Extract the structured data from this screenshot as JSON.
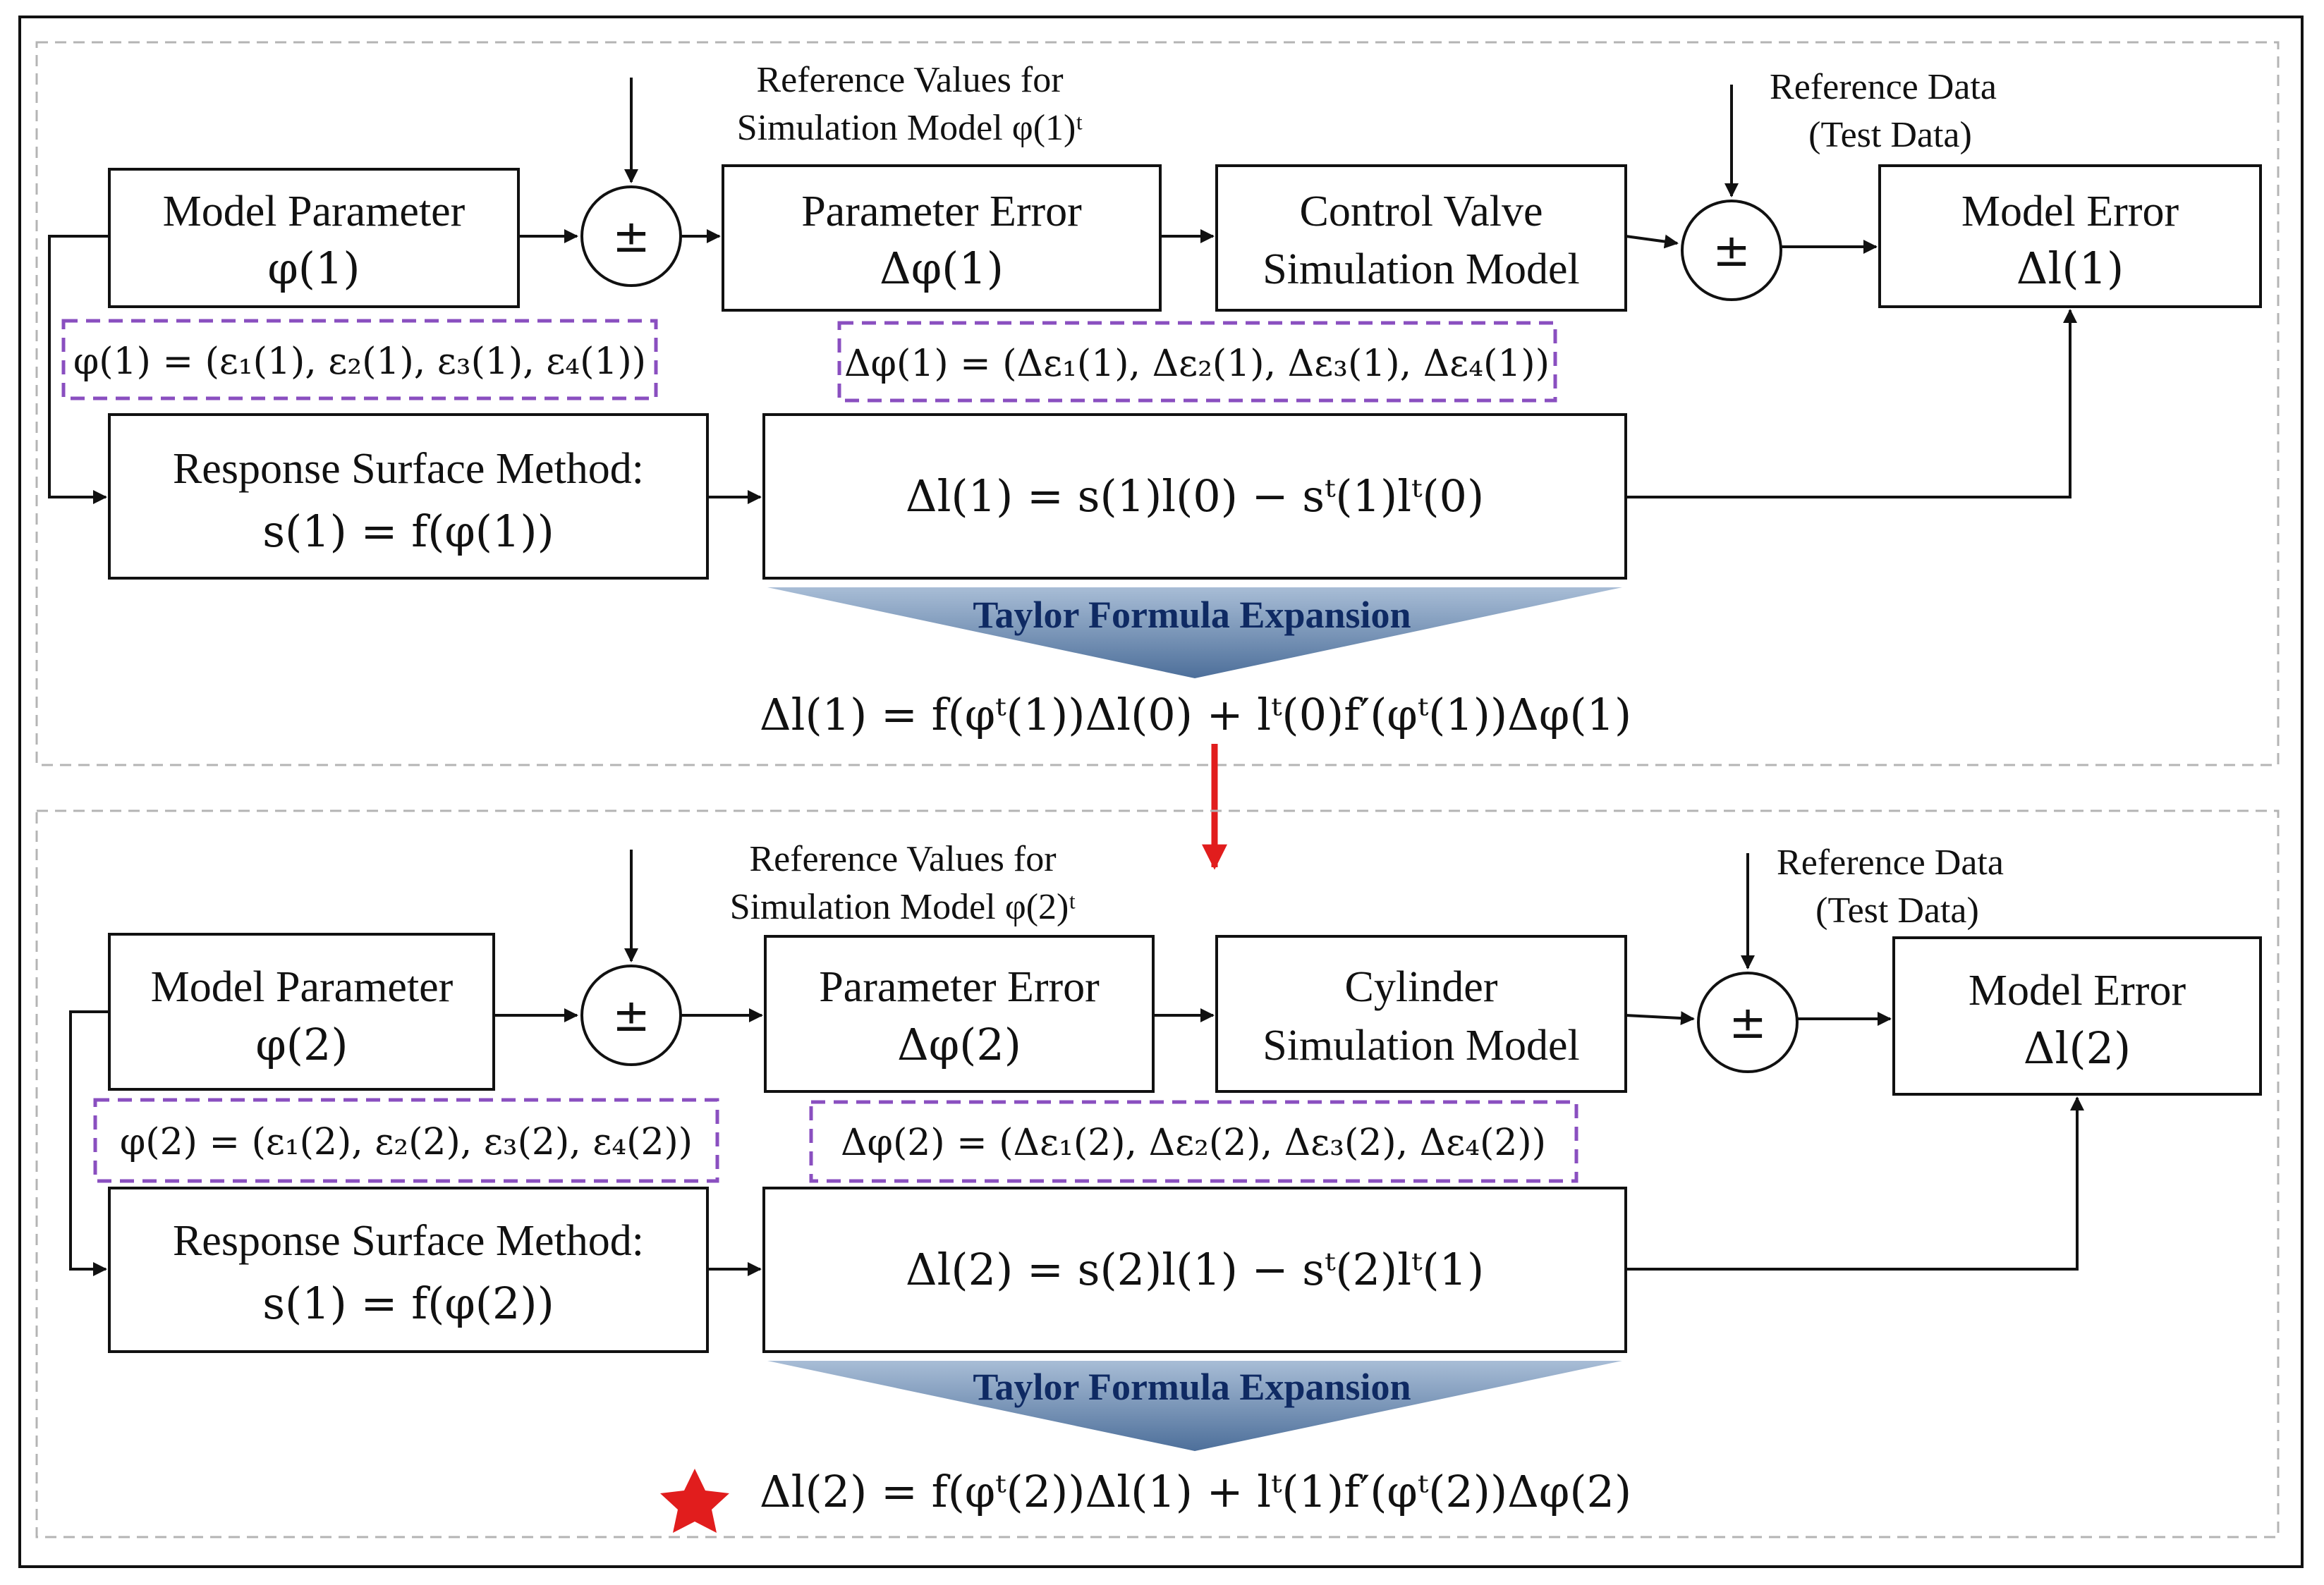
{
  "colors": {
    "taylor_fill_top": "#a8bdd6",
    "taylor_fill_bottom": "#4d6f9a",
    "taylor_text": "#0f2a63",
    "param_dashed_border": "#8a4fc0",
    "red_arrow": "#e11d1d",
    "star": "#e11d1d"
  },
  "stage1": {
    "ref_values_line1": "Reference Values for",
    "ref_values_line2": "Simulation Model φ(1)ᵗ",
    "ref_data_line1": "Reference Data",
    "ref_data_line2": "(Test Data)",
    "model_param_line1": "Model Parameter",
    "model_param_line2": "φ(1)",
    "sum1": "±",
    "param_error_line1": "Parameter  Error",
    "param_error_line2": "Δφ(1)",
    "sim_model_line1": "Control  Valve",
    "sim_model_line2": "Simulation  Model",
    "sum2": "±",
    "model_error_line1": "Model Error",
    "model_error_line2": "Δl(1)",
    "param_def": "φ(1) = (ε₁(1), ε₂(1), ε₃(1), ε₄(1))",
    "delta_param_def": "Δφ(1) = (Δε₁(1), Δε₂(1), Δε₃(1), Δε₄(1))",
    "rsm_line1": "Response  Surface  Method:",
    "rsm_line2": "s(1) = f(φ(1))",
    "delta_l_eq": "Δl(1) = s(1)l(0) − sᵗ(1)lᵗ(0)",
    "taylor_label": "Taylor Formula Expansion",
    "taylor_result": "Δl(1) = f(φᵗ(1))Δl(0) + lᵗ(0)f′(φᵗ(1))Δφ(1)"
  },
  "stage2": {
    "ref_values_line1": "Reference Values for",
    "ref_values_line2": "Simulation Model φ(2)ᵗ",
    "ref_data_line1": "Reference Data",
    "ref_data_line2": "(Test Data)",
    "model_param_line1": "Model Parameter",
    "model_param_line2": "φ(2)",
    "sum1": "±",
    "param_error_line1": "Parameter  Error",
    "param_error_line2": "Δφ(2)",
    "sim_model_line1": "Cylinder",
    "sim_model_line2": "Simulation  Model",
    "sum2": "±",
    "model_error_line1": "Model Error",
    "model_error_line2": "Δl(2)",
    "param_def": "φ(2) = (ε₁(2), ε₂(2), ε₃(2), ε₄(2))",
    "delta_param_def": "Δφ(2) = (Δε₁(2), Δε₂(2), Δε₃(2), Δε₄(2))",
    "rsm_line1": "Response  Surface  Method:",
    "rsm_line2": "s(1) = f(φ(2))",
    "delta_l_eq": "Δl(2) = s(2)l(1) − sᵗ(2)lᵗ(1)",
    "taylor_label": "Taylor Formula Expansion",
    "taylor_result": "Δl(2) = f(φᵗ(2))Δl(1) + lᵗ(1)f′(φᵗ(2))Δφ(2)"
  }
}
